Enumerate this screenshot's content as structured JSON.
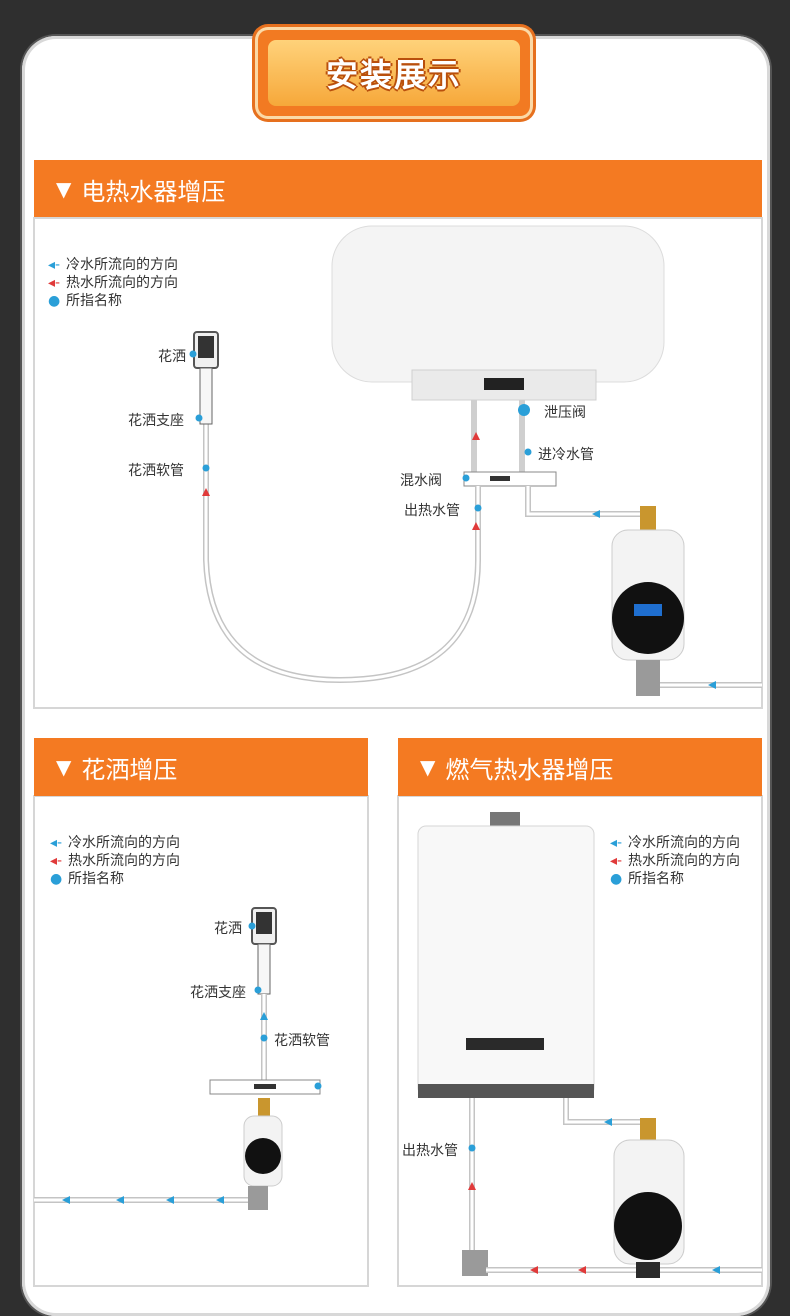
{
  "title": "安装展示",
  "sections": {
    "electric": {
      "header": "电热水器增压",
      "legend": {
        "cold": "冷水所流向的方向",
        "hot": "热水所流向的方向",
        "name": "所指名称"
      },
      "labels": {
        "shower": "花洒",
        "shower_seat": "花洒支座",
        "shower_hose": "花洒软管",
        "pressure_valve": "泄压阀",
        "cold_inlet": "进冷水管",
        "mixing_valve": "混水阀",
        "hot_outlet": "出热水管"
      }
    },
    "shower": {
      "header": "花洒增压",
      "legend": {
        "cold": "冷水所流向的方向",
        "hot": "热水所流向的方向",
        "name": "所指名称"
      },
      "labels": {
        "shower": "花洒",
        "shower_seat": "花洒支座",
        "shower_hose": "花洒软管"
      }
    },
    "gas": {
      "header": "燃气热水器增压",
      "legend": {
        "cold": "冷水所流向的方向",
        "hot": "热水所流向的方向",
        "name": "所指名称"
      },
      "labels": {
        "hot_outlet": "出热水管"
      }
    }
  },
  "colors": {
    "orange": "#f47a22",
    "cold": "#2a9fd8",
    "hot": "#e03a3a",
    "pipe": "#bdbdbd"
  },
  "icons": [
    "shower-head-icon",
    "water-heater-icon",
    "booster-pump-icon",
    "gas-heater-icon"
  ]
}
